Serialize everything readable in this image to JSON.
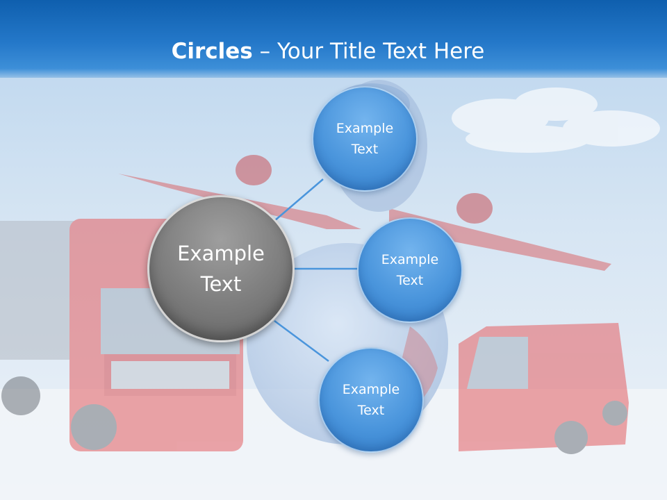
{
  "slide": {
    "title_bold": "Circles",
    "title_rest": " – Your Title Text Here"
  },
  "circles": {
    "center": "Example Text",
    "top": "Example Text",
    "middle": "Example Text",
    "bottom": "Example Text"
  },
  "colors": {
    "title_bar": "#1a6cbc",
    "circle_blue": "#4a95dc",
    "circle_gray": "#7c7c7c",
    "connector": "#4a95dc"
  },
  "background_illustration": [
    "airplane",
    "globe",
    "truck",
    "van",
    "sky-clouds"
  ]
}
